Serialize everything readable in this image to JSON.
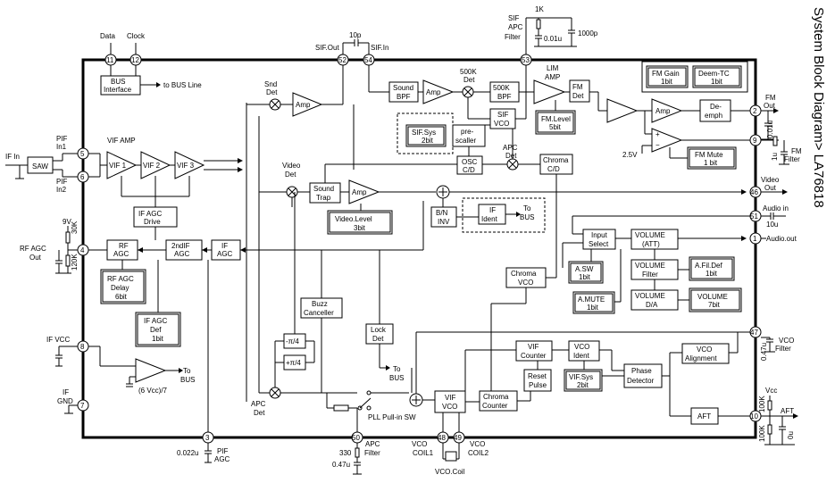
{
  "title": "System Block Diagram> LA76818",
  "pins": {
    "p11": "11",
    "p12": "12",
    "p52": "52",
    "p54": "54",
    "p53": "53",
    "p5": "5",
    "p6": "6",
    "p4": "4",
    "p8": "8",
    "p7": "7",
    "p3": "3",
    "p50": "50",
    "p48": "48",
    "p49": "49",
    "p2": "2",
    "p9": "9",
    "p46": "46",
    "p51": "51",
    "p1": "1",
    "p47": "47",
    "p10": "10"
  },
  "labels": {
    "data": "Data",
    "clock": "Clock",
    "sif_out": "SIF.Out",
    "sif_in": "SIF.In",
    "cap10p": "10p",
    "r1k": "1K",
    "c001u": "0.01u",
    "c1000p": "1000p",
    "sif_apc_filter1": "SIF",
    "sif_apc_filter2": "APC",
    "sif_apc_filter3": "Filter",
    "to_bus_line": "to BUS Line",
    "if_in": "IF In",
    "pif_in1a": "PIF",
    "pif_in1b": "In1",
    "pif_in2a": "PIF",
    "pif_in2b": "In2",
    "saw": "SAW",
    "vif_amp": "VIF AMP",
    "vif1": "VIF 1",
    "vif2": "VIF 2",
    "vif3": "VIF 3",
    "v9": "9V",
    "r30k": "30K",
    "r120k": "120K",
    "rf_agc_out1": "RF AGC",
    "rf_agc_out2": "Out",
    "if_vcc": "IF VCC",
    "if_gnd1": "IF",
    "if_gnd2": "GND",
    "c0022u": "0.022u",
    "pif_agc1": "PIF",
    "pif_agc2": "AGC",
    "r330": "330",
    "c047u": "0.47u",
    "apc_filter1": "APC",
    "apc_filter2": "Filter",
    "vco_coil1_a": "VCO",
    "vco_coil1_b": "COIL1",
    "vco_coil2_a": "VCO",
    "vco_coil2_b": "COIL2",
    "vco_coil": "VCO.Coil",
    "snd_det1": "Snd",
    "snd_det2": "Det",
    "amp": "Amp",
    "sound_bpf1": "Sound",
    "sound_bpf2": "BPF",
    "det500k1": "500K",
    "det500k2": "Det",
    "bpf500k1": "500K",
    "bpf500k2": "BPF",
    "lim_amp1": "LIM",
    "lim_amp2": "AMP",
    "fm_det1": "FM",
    "fm_det2": "Det",
    "fm_gain1": "FM Gain",
    "fm_gain2": "1bit",
    "deem_tc1": "Deem-TC",
    "deem_tc2": "1bit",
    "de_emph1": "De-",
    "de_emph2": "emph",
    "fm_out1": "FM",
    "fm_out2": "Out",
    "c001u_b": "0.01u",
    "c1u": "1u",
    "fm_filter1": "FM",
    "fm_filter2": "Filter",
    "v25": "2.5V",
    "fm_mute1": "FM Mute",
    "fm_mute2": "1 bit",
    "sif_sys1": "SIF.Sys",
    "sif_sys2": "2bit",
    "pre_scaller1": "pre-",
    "pre_scaller2": "scaller",
    "sif_vco1": "SIF",
    "sif_vco2": "VCO",
    "fm_level1": "FM.Level",
    "fm_level2": "5bit",
    "osc_cd1": "OSC",
    "osc_cd2": "C/D",
    "apc_det1": "APC",
    "apc_det2": "Det",
    "chroma_cd1": "Chroma",
    "chroma_cd2": "C/D",
    "video_det1": "Video",
    "video_det2": "Det",
    "sound_trap1": "Sound",
    "sound_trap2": "Trap",
    "video_level1": "Video.Level",
    "video_level2": "3bit",
    "bn_inv1": "B/N",
    "bn_inv2": "INV",
    "if_ident1": "IF",
    "if_ident2": "Ident",
    "to_bus1": "To",
    "to_bus2": "BUS",
    "video_out1": "Video",
    "video_out2": "Out",
    "audio_in": "Audio in",
    "c10u": "10u",
    "input_select1": "Input",
    "input_select2": "Select",
    "volume_att1": "VOLUME",
    "volume_att2": "(ATT)",
    "audio_out": "Audio.out",
    "a_sw1": "A.SW",
    "a_sw2": "1bit",
    "volume_filter1": "VOLUME",
    "volume_filter2": "Filter",
    "a_fil_def1": "A.Fil.Def",
    "a_fil_def2": "1bit",
    "a_mute1": "A.MUTE",
    "a_mute2": "1bit",
    "volume_da1": "VOLUME",
    "volume_da2": "D/A",
    "volume7_1": "VOLUME",
    "volume7_2": "7bit",
    "chroma_vco1": "Chroma",
    "chroma_vco2": "VCO",
    "if_agc_drive1": "IF AGC",
    "if_agc_drive2": "Drive",
    "rf_agc1": "RF",
    "rf_agc2": "AGC",
    "second_if_agc1": "2ndIF",
    "second_if_agc2": "AGC",
    "if_agc1": "IF",
    "if_agc2": "AGC",
    "rf_agc_delay1": "RF AGC",
    "rf_agc_delay2": "Delay",
    "rf_agc_delay3": "6bit",
    "if_agc_def1": "IF AGC",
    "if_agc_def2": "Def",
    "if_agc_def3": "1bit",
    "to_bus_b1": "To",
    "to_bus_b2": "BUS",
    "vcc6": "(6 Vcc)/7",
    "buzz1": "Buzz",
    "buzz2": "Canceller",
    "lock_det1": "Lock",
    "lock_det2": "Det",
    "to_bus_c1": "To",
    "to_bus_c2": "BUS",
    "pi4a": "-π/4",
    "pi4b": "+π/4",
    "apc_det_b1": "APC",
    "apc_det_b2": "Det",
    "pll_sw": "PLL Pull-in SW",
    "vif_counter1": "VIF",
    "vif_counter2": "Counter",
    "vco_ident1": "VCO",
    "vco_ident2": "Ident",
    "reset_pulse1": "Reset",
    "reset_pulse2": "Pulse",
    "vif_sys1": "VIF.Sys",
    "vif_sys2": "2bit",
    "phase_det1": "Phase",
    "phase_det2": "Detector",
    "vif_vco1": "VIF",
    "vif_vco2": "VCO",
    "chroma_counter1": "Chroma",
    "chroma_counter2": "Counter",
    "vco_align1": "VCO",
    "vco_align2": "Alignment",
    "aft": "AFT",
    "aft_pin": "AFT",
    "vcc": "Vcc",
    "r100k_a": "100K",
    "r100k_b": "100K",
    "c0u": "0u",
    "c047u_b": "0.47u",
    "vco_filter1": "VCO",
    "vco_filter2": "Filter",
    "bus_if1": "BUS",
    "bus_if2": "Interface"
  }
}
